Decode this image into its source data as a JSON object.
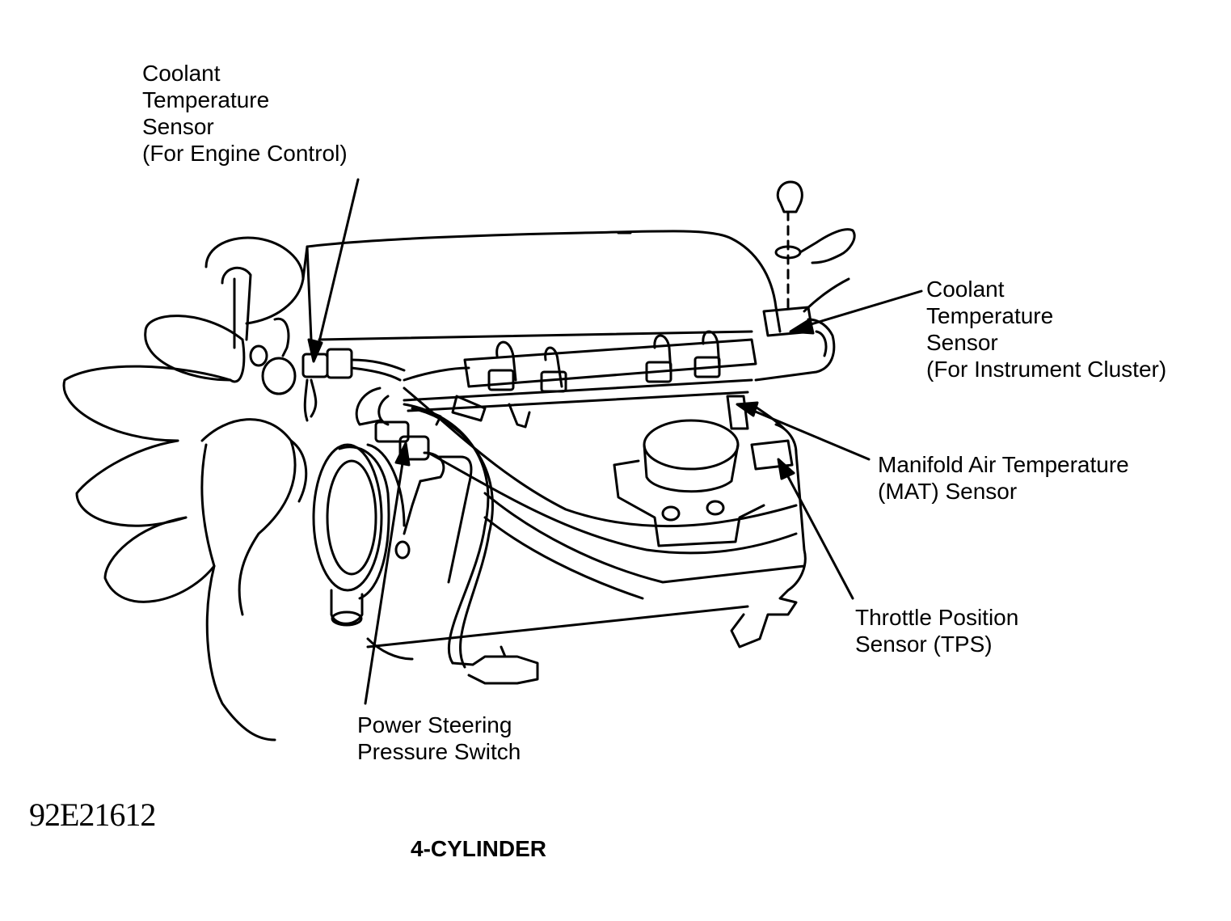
{
  "labels": {
    "coolant_engine": [
      "Coolant",
      "Temperature",
      "Sensor",
      "(For Engine Control)"
    ],
    "coolant_cluster": [
      "Coolant",
      "Temperature",
      "Sensor",
      "(For Instrument Cluster)"
    ],
    "mat_sensor": [
      "Manifold Air Temperature",
      "(MAT) Sensor"
    ],
    "tps": [
      "Throttle Position",
      "Sensor (TPS)"
    ],
    "ps_switch": [
      "Power Steering",
      "Pressure Switch"
    ]
  },
  "figure_code": "92E21612",
  "caption": "4-CYLINDER"
}
